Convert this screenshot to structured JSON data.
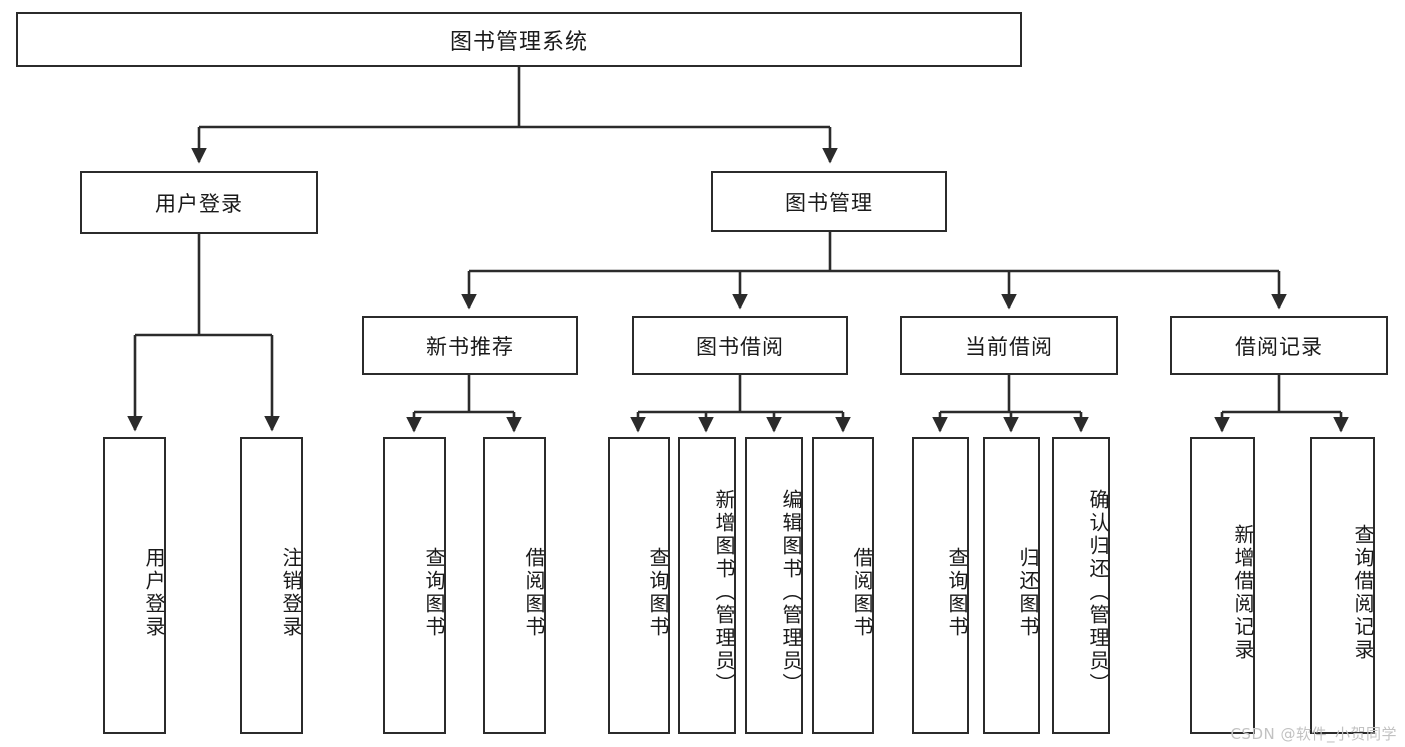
{
  "diagram": {
    "title": "图书管理系统",
    "type": "hierarchy-tree",
    "root": {
      "label": "图书管理系统"
    },
    "level2": [
      {
        "label": "用户登录"
      },
      {
        "label": "图书管理"
      }
    ],
    "level3": [
      {
        "label": "新书推荐"
      },
      {
        "label": "图书借阅"
      },
      {
        "label": "当前借阅"
      },
      {
        "label": "借阅记录"
      }
    ],
    "leaves": {
      "user_login": [
        {
          "label": "用户登录"
        },
        {
          "label": "注销登录"
        }
      ],
      "new_book_recommend": [
        {
          "label": "查询图书"
        },
        {
          "label": "借阅图书"
        }
      ],
      "book_borrow": [
        {
          "label": "查询图书"
        },
        {
          "label": "新增图书（管理员）"
        },
        {
          "label": "编辑图书（管理员）"
        },
        {
          "label": "借阅图书"
        }
      ],
      "current_borrow": [
        {
          "label": "查询图书"
        },
        {
          "label": "归还图书"
        },
        {
          "label": "确认归还（管理员）"
        }
      ],
      "borrow_records": [
        {
          "label": "新增借阅记录"
        },
        {
          "label": "查询借阅记录"
        }
      ]
    }
  },
  "watermark": {
    "text": "CSDN @软件_小贺同学"
  },
  "colors": {
    "box_border": "#2b2b2b",
    "box_fill": "#ffffff",
    "line": "#2b2b2b",
    "text": "#1a1a1a",
    "watermark": "#c2c2c2"
  }
}
